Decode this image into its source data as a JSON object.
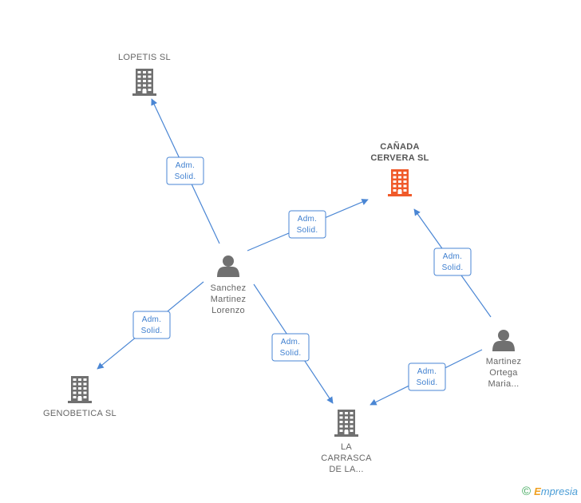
{
  "nodes": {
    "lopetis": {
      "label": [
        "LOPETIS SL"
      ],
      "kind": "company"
    },
    "canada": {
      "label": [
        "CAÑADA",
        "CERVERA SL"
      ],
      "kind": "company",
      "highlight": true
    },
    "sanchez": {
      "label": [
        "Sanchez",
        "Martinez",
        "Lorenzo"
      ],
      "kind": "person"
    },
    "martinez": {
      "label": [
        "Martinez",
        "Ortega",
        "Maria..."
      ],
      "kind": "person"
    },
    "genobetica": {
      "label": [
        "GENOBETICA SL"
      ],
      "kind": "company"
    },
    "carrasca": {
      "label": [
        "LA",
        "CARRASCA",
        "DE LA..."
      ],
      "kind": "company"
    }
  },
  "edges": [
    {
      "from": "sanchez",
      "to": "lopetis",
      "label": [
        "Adm.",
        "Solid."
      ]
    },
    {
      "from": "sanchez",
      "to": "canada",
      "label": [
        "Adm.",
        "Solid."
      ]
    },
    {
      "from": "sanchez",
      "to": "genobetica",
      "label": [
        "Adm.",
        "Solid."
      ]
    },
    {
      "from": "sanchez",
      "to": "carrasca",
      "label": [
        "Adm.",
        "Solid."
      ]
    },
    {
      "from": "martinez",
      "to": "canada",
      "label": [
        "Adm.",
        "Solid."
      ]
    },
    {
      "from": "martinez",
      "to": "carrasca",
      "label": [
        "Adm.",
        "Solid."
      ]
    }
  ],
  "colors": {
    "edge": "#4a86d4",
    "company": "#707070",
    "company_highlight": "#f05a2a",
    "person": "#707070"
  },
  "footer": {
    "copyright_symbol": "©",
    "brand_initial": "E",
    "brand_rest": "mpresia"
  }
}
